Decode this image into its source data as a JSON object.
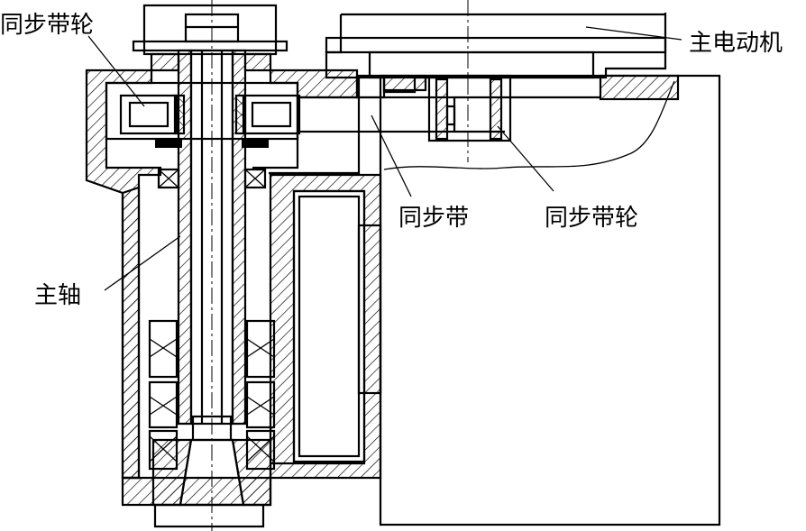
{
  "labels": {
    "pulley_top_left": "同步带轮",
    "main_motor": "主电动机",
    "timing_belt": "同步带",
    "pulley_right": "同步带轮",
    "spindle": "主轴"
  }
}
